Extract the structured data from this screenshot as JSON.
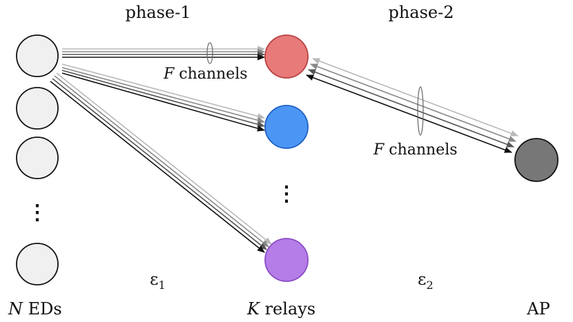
{
  "labels": {
    "phase1": "phase-1",
    "phase2": "phase-2",
    "channels1": {
      "var": "F",
      "text": " channels"
    },
    "channels2": {
      "var": "F",
      "text": " channels"
    },
    "eps1": {
      "sym": "ε",
      "sub": "1"
    },
    "eps2": {
      "sym": "ε",
      "sub": "2"
    },
    "eds": {
      "var": "N",
      "text": " EDs"
    },
    "relays": {
      "var": "K",
      "text": " relays"
    },
    "ap": "AP",
    "ed_ellipsis": "⋮",
    "relay_ellipsis": "⋮"
  },
  "nodes": {
    "eds": [
      {
        "name": "ed-1",
        "fill": "#f0f0f0",
        "stroke": "#111111"
      },
      {
        "name": "ed-2",
        "fill": "#f0f0f0",
        "stroke": "#111111"
      },
      {
        "name": "ed-3",
        "fill": "#f0f0f0",
        "stroke": "#111111"
      },
      {
        "name": "ed-n",
        "fill": "#f0f0f0",
        "stroke": "#111111"
      }
    ],
    "relays": [
      {
        "name": "relay-1",
        "fill": "#e87a7a",
        "stroke": "#b84040"
      },
      {
        "name": "relay-2",
        "fill": "#4b96f5",
        "stroke": "#1f60c4"
      },
      {
        "name": "relay-k",
        "fill": "#b57de8",
        "stroke": "#8a4cc4"
      }
    ],
    "ap": {
      "name": "access-point",
      "fill": "#777777",
      "stroke": "#111111"
    }
  },
  "link_colors": [
    "#b8b8b8",
    "#888888",
    "#555555",
    "#111111"
  ]
}
